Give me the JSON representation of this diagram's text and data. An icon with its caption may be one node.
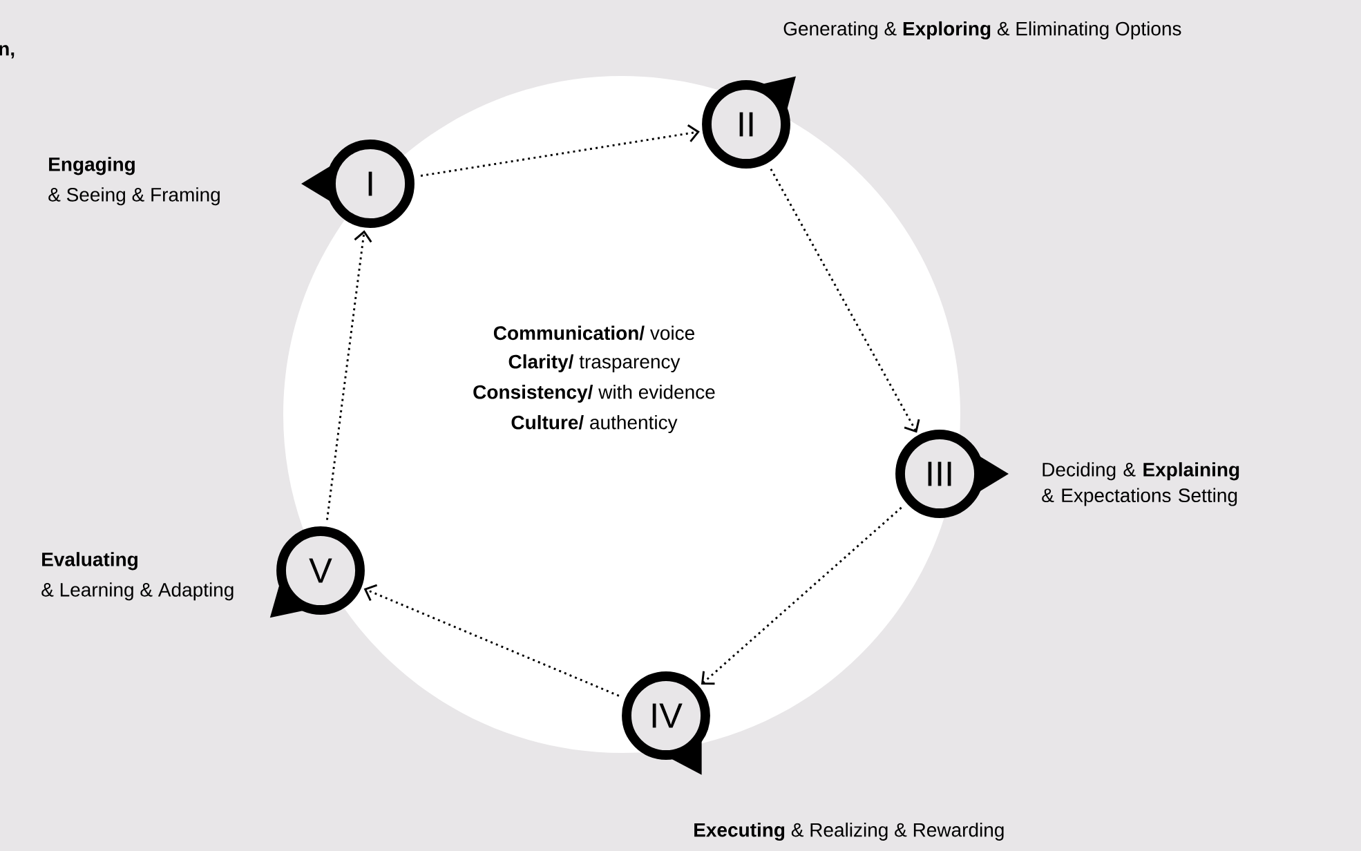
{
  "diagram": {
    "nodes": [
      {
        "text": [
          "I"
        ],
        "beside": [
          "Engaging",
          "& Seeing & Framing"
        ]
      },
      {
        "text": [
          "II"
        ],
        "beside": [
          "Generating & **Exploring** & Eliminating Options"
        ]
      },
      {
        "text": [
          "III"
        ],
        "beside": [
          "Deciding & **Explaining** & Expectations Setting"
        ]
      },
      {
        "text": [
          "IV"
        ],
        "beside": [
          "**Executing** & Realizing & Rewarding"
        ]
      },
      {
        "text": [
          "V"
        ],
        "beside": [
          "Evaluating",
          "& Learning & Adapting"
        ]
      }
    ],
    "edges": [
      {
        "from": 0,
        "to": 1,
        "arrow": "to"
      },
      {
        "from": 1,
        "to": 2,
        "arrow": "to"
      },
      {
        "from": 2,
        "to": 3,
        "arrow": "to"
      },
      {
        "from": 3,
        "to": 4,
        "arrow": "to"
      },
      {
        "from": 4,
        "to": 0,
        "arrow": "to"
      }
    ],
    "labels": [
      "n,",
      "**Communication/** voice",
      "**Clarity/** trasparency",
      "**Consistency/** with evidence",
      "**Culture/** authenticy"
    ]
  }
}
